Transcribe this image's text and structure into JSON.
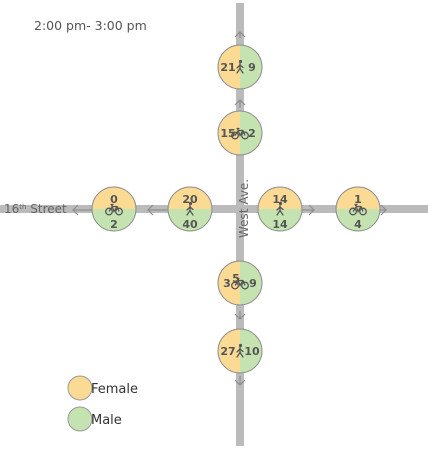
{
  "time_period": "2:00 pm- 3:00 pm",
  "streets": {
    "horizontal": {
      "name": "16",
      "suffix": "th",
      "rest": " Street"
    },
    "vertical": {
      "name": "West Ave."
    }
  },
  "colors": {
    "female": "#fbdb94",
    "male": "#c4e3b0",
    "road": "#bbbbbb",
    "outline": "#8e8e8e",
    "count_text": "#555555"
  },
  "legend": [
    {
      "label": "Female",
      "color": "#fbdb94"
    },
    {
      "label": "Male",
      "color": "#c4e3b0"
    }
  ],
  "counts": [
    {
      "id": "north-outer",
      "mode": "pedestrian",
      "icon": "pedestrian-icon",
      "first": "21",
      "second": "9",
      "split": "vertical"
    },
    {
      "id": "north-inner",
      "mode": "bicycle",
      "icon": "bicycle-icon",
      "first": "15",
      "second": "2",
      "split": "vertical"
    },
    {
      "id": "south-inner",
      "mode": "bicycle",
      "icon": "bicycle-icon",
      "first": "3",
      "second": "5",
      "third": "9",
      "split": "vertical"
    },
    {
      "id": "south-outer",
      "mode": "pedestrian",
      "icon": "pedestrian-icon",
      "first": "27",
      "second": "10",
      "split": "vertical"
    },
    {
      "id": "west-outer",
      "mode": "bicycle",
      "icon": "bicycle-icon",
      "first": "0",
      "second": "2",
      "split": "horizontal"
    },
    {
      "id": "west-inner",
      "mode": "pedestrian",
      "icon": "pedestrian-icon",
      "first": "20",
      "second": "40",
      "split": "horizontal"
    },
    {
      "id": "east-inner",
      "mode": "pedestrian",
      "icon": "pedestrian-icon",
      "first": "14",
      "second": "14",
      "split": "horizontal"
    },
    {
      "id": "east-outer",
      "mode": "bicycle",
      "icon": "bicycle-icon",
      "first": "1",
      "second": "4",
      "split": "horizontal"
    }
  ]
}
